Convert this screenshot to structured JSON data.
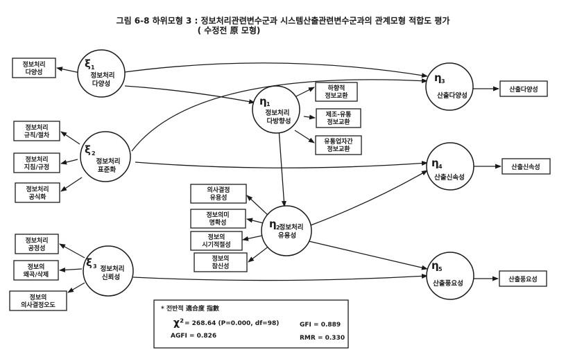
{
  "title": "그림 6-8 하위모형 3 : 정보처리관련변수군과 시스템산출관련변수군과의 관계모형 적합도 평가",
  "subtitle": "( 수정전 原 모형)",
  "latent": {
    "xi1": {
      "symbol": "ξ",
      "sub": "1",
      "lines": [
        "정보처리",
        "다양성"
      ]
    },
    "xi2": {
      "symbol": "ξ",
      "sub": "2",
      "lines": [
        "정보처리",
        "표준화"
      ]
    },
    "xi3": {
      "symbol": "ξ",
      "sub": "3",
      "lines": [
        "정보처리",
        "신뢰성"
      ]
    },
    "eta1": {
      "symbol": "η",
      "sub": "1",
      "lines": [
        "정보처리",
        "다방향성"
      ]
    },
    "eta2": {
      "symbol": "η",
      "sub": "2",
      "lines": [
        "정보처리",
        "유용성"
      ]
    },
    "eta3": {
      "symbol": "η",
      "sub": "3",
      "lines": [
        "산출다양성"
      ]
    },
    "eta4": {
      "symbol": "η",
      "sub": "4",
      "lines": [
        "산출신속성"
      ]
    },
    "eta5": {
      "symbol": "η",
      "sub": "5",
      "lines": [
        "산출풍요성"
      ]
    }
  },
  "indicators": {
    "xi1_1": [
      "정보처리",
      "다양성"
    ],
    "xi2_1": [
      "정보처리",
      "규칙/절차"
    ],
    "xi2_2": [
      "정보처리",
      "지침/규정"
    ],
    "xi2_3": [
      "정보처리",
      "공식화"
    ],
    "xi3_1": [
      "정보처리",
      "공정성"
    ],
    "xi3_2": [
      "정보의",
      "왜곡/삭제"
    ],
    "xi3_3": [
      "정보의",
      "의사결정오도"
    ],
    "eta1_1": [
      "하향적",
      "정보교환"
    ],
    "eta1_2": [
      "제조-유통",
      "정보교환"
    ],
    "eta1_3": [
      "유통업자간",
      "정보교환"
    ],
    "eta2_1": [
      "의사결정",
      "유용성"
    ],
    "eta2_2": [
      "정보의미",
      "명확성"
    ],
    "eta2_3": [
      "정보의",
      "시기적절성"
    ],
    "eta2_4": [
      "정보의",
      "참신성"
    ],
    "eta3_1": [
      "산출다양성"
    ],
    "eta4_1": [
      "산출신속성"
    ],
    "eta5_1": [
      "산출풍요성"
    ]
  },
  "fit": {
    "header": "* 전반적 適合度 指數",
    "chi_symbol": "χ²",
    "chi": "= 268.64 (P=0.000, df=98)",
    "gfi": "GFI = 0.889",
    "agfi": "AGFI = 0.826",
    "rmr": "RMR = 0.330"
  }
}
